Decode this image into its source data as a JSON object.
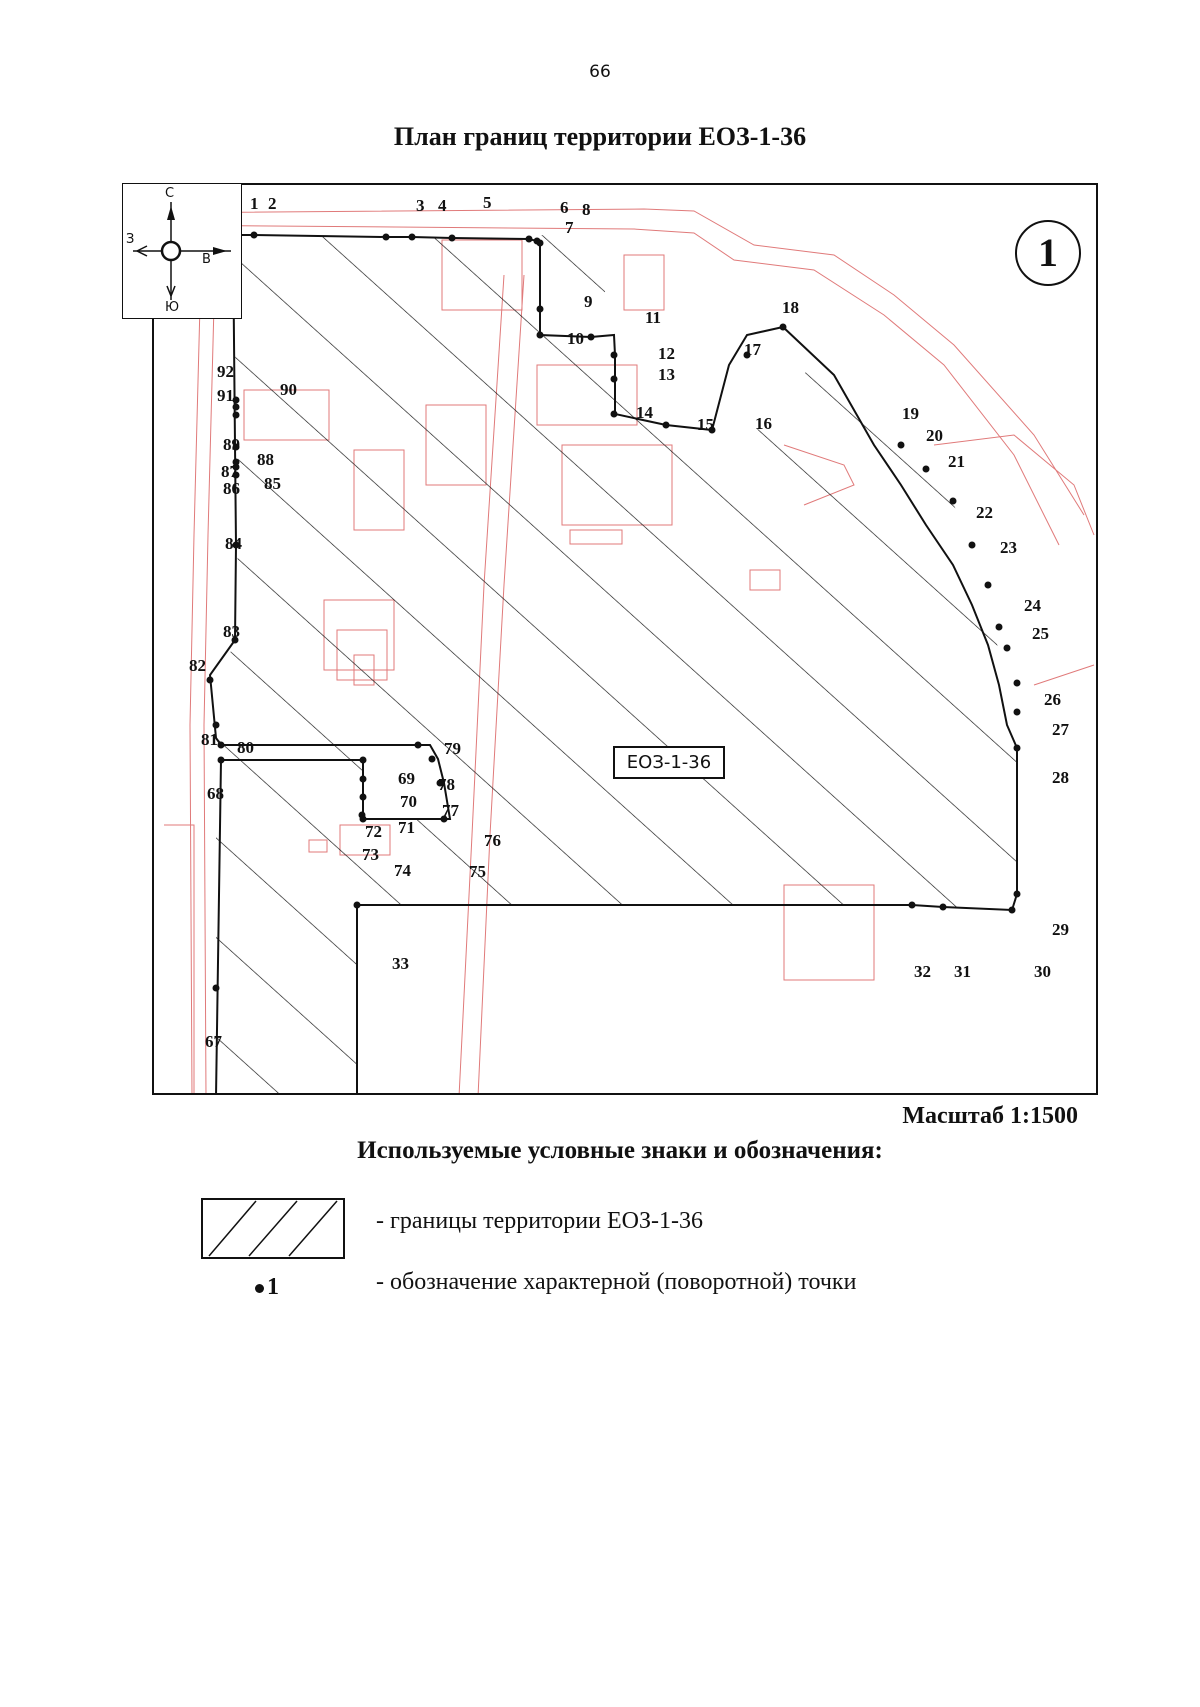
{
  "page": {
    "number": "66",
    "title": "План границ территории ЕОЗ-1-36"
  },
  "compass": {
    "north": "С",
    "east": "В",
    "south": "Ю",
    "west": "З"
  },
  "map": {
    "sheet_number": "1",
    "zone_label": "ЕОЗ-1-36",
    "scale": "Масштаб 1:1500",
    "colors": {
      "boundary": "#111111",
      "hatch": "#111111",
      "cadastral": "#e07a7a",
      "paper": "#ffffff"
    },
    "points": [
      "1",
      "2",
      "3",
      "4",
      "5",
      "6",
      "7",
      "8",
      "9",
      "10",
      "11",
      "12",
      "13",
      "14",
      "15",
      "16",
      "17",
      "18",
      "19",
      "20",
      "21",
      "22",
      "23",
      "24",
      "25",
      "26",
      "27",
      "28",
      "29",
      "30",
      "31",
      "32",
      "33",
      "67",
      "68",
      "69",
      "70",
      "71",
      "72",
      "73",
      "74",
      "75",
      "76",
      "77",
      "78",
      "79",
      "80",
      "81",
      "82",
      "83",
      "84",
      "85",
      "86",
      "87",
      "88",
      "89",
      "90",
      "91",
      "92"
    ]
  },
  "legend": {
    "title": "Используемые условные знаки и обозначения:",
    "items": [
      {
        "symbol": "hatch",
        "text": "- границы территории ЕОЗ-1-36"
      },
      {
        "symbol": "point",
        "marker": "1",
        "text": "- обозначение характерной (поворотной) точки"
      }
    ]
  }
}
